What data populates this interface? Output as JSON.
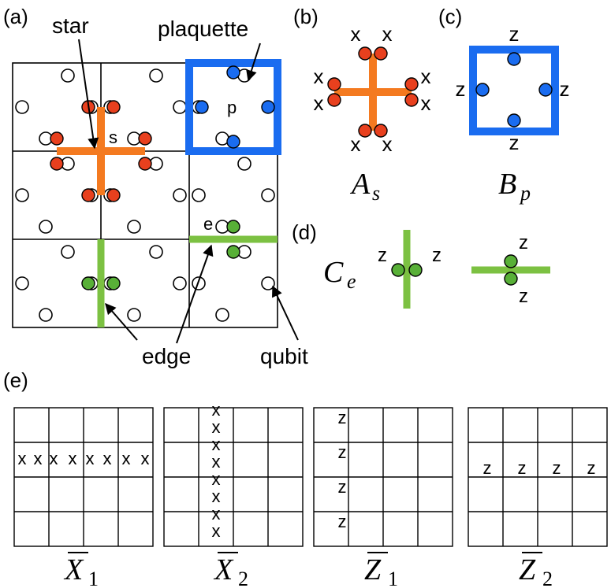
{
  "colors": {
    "star": "#f47a20",
    "star_qubit": "#e8401e",
    "plaquette": "#1a6cf0",
    "plaquette_qubit": "#1a6cf0",
    "edge": "#7cc142",
    "edge_qubit": "#58b037",
    "grid": "#000000"
  },
  "panel_a": {
    "label": "(a)",
    "callouts": {
      "star": "star",
      "plaquette": "plaquette",
      "edge": "edge",
      "qubit": "qubit"
    },
    "markers": {
      "s": "s",
      "p": "p",
      "e": "e"
    }
  },
  "panel_b": {
    "label": "(b)",
    "operator_letter": "x",
    "symbol": "A",
    "subscript": "s"
  },
  "panel_c": {
    "label": "(c)",
    "operator_letter": "z",
    "symbol": "B",
    "subscript": "p"
  },
  "panel_d": {
    "label": "(d)",
    "operator_letter": "z",
    "symbol": "C",
    "subscript": "e"
  },
  "panel_e": {
    "label": "(e)",
    "operators": [
      {
        "symbol": "X",
        "subscript": "1",
        "letter": "x"
      },
      {
        "symbol": "X",
        "subscript": "2",
        "letter": "x"
      },
      {
        "symbol": "Z",
        "subscript": "1",
        "letter": "z"
      },
      {
        "symbol": "Z",
        "subscript": "2",
        "letter": "z"
      }
    ]
  }
}
